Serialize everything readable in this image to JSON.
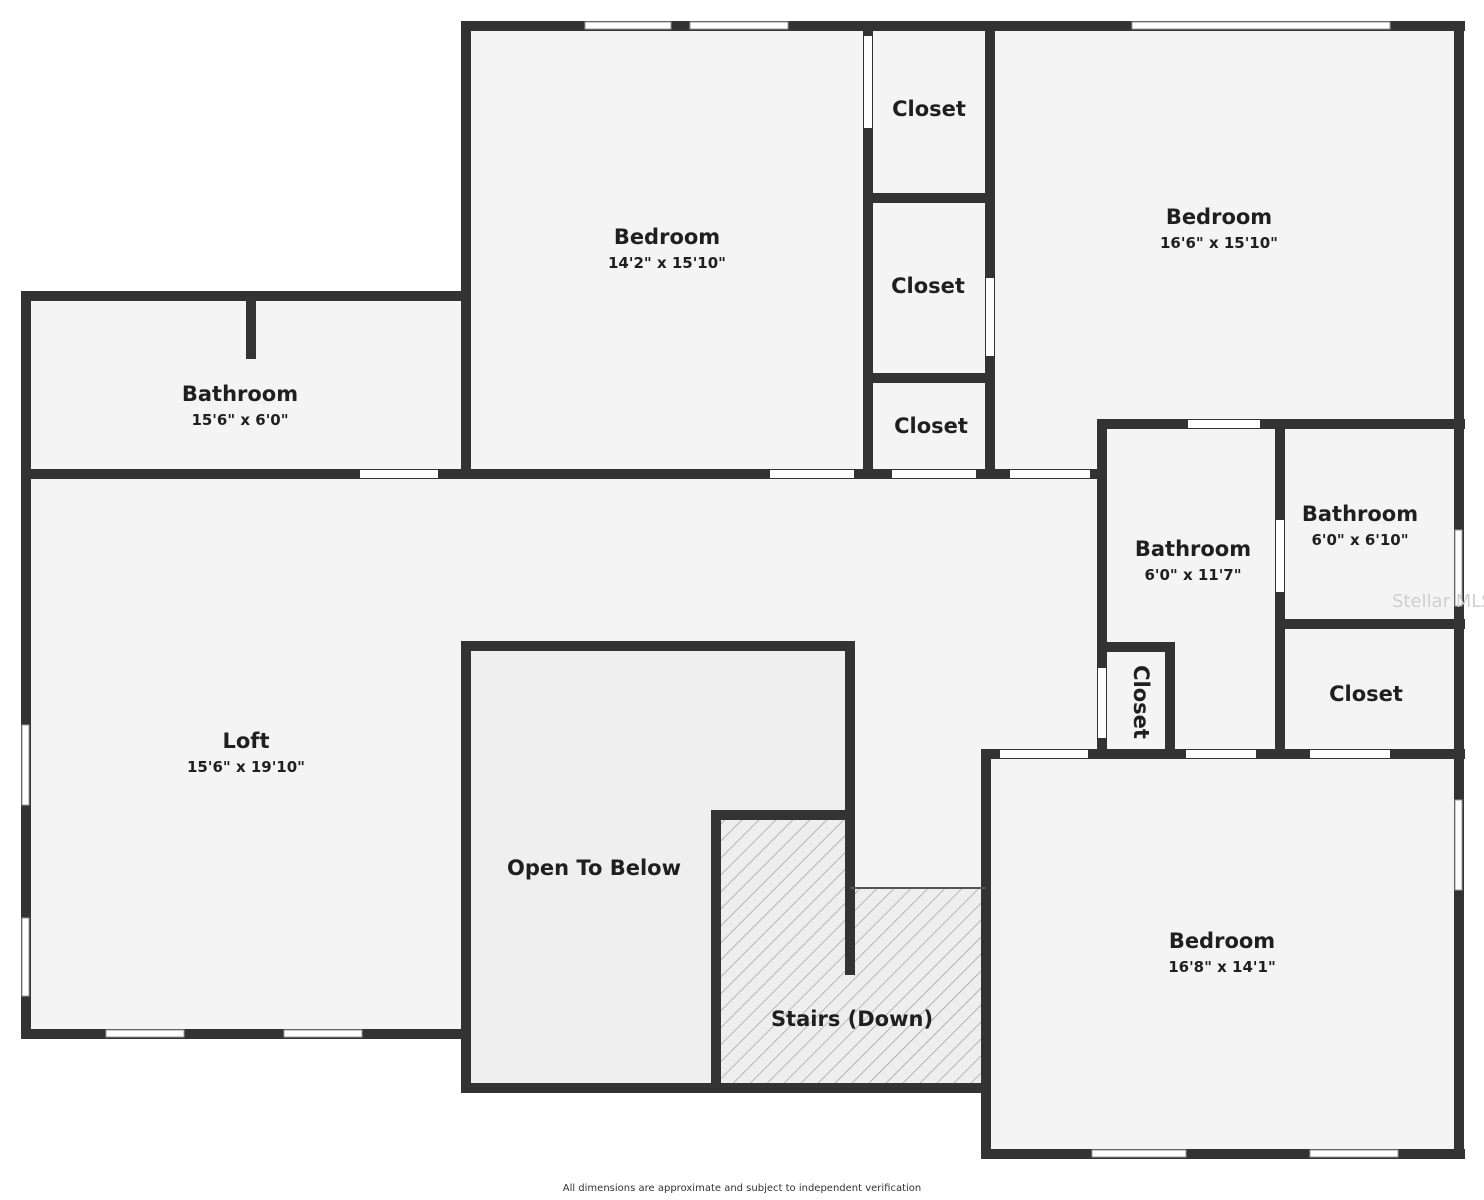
{
  "plan": {
    "rooms": [
      {
        "id": "bedroom-nw",
        "name": "Bedroom",
        "dims": "14'2\" x 15'10\""
      },
      {
        "id": "closet-1",
        "name": "Closet",
        "dims": ""
      },
      {
        "id": "closet-2",
        "name": "Closet",
        "dims": ""
      },
      {
        "id": "closet-3",
        "name": "Closet",
        "dims": ""
      },
      {
        "id": "bedroom-ne",
        "name": "Bedroom",
        "dims": "16'6\" x 15'10\""
      },
      {
        "id": "bathroom-w",
        "name": "Bathroom",
        "dims": "15'6\" x 6'0\""
      },
      {
        "id": "bathroom-mid",
        "name": "Bathroom",
        "dims": "6'0\" x 11'7\""
      },
      {
        "id": "bathroom-e",
        "name": "Bathroom",
        "dims": "6'0\" x 6'10\""
      },
      {
        "id": "closet-e",
        "name": "Closet",
        "dims": ""
      },
      {
        "id": "closet-small",
        "name": "Closet",
        "dims": ""
      },
      {
        "id": "loft",
        "name": "Loft",
        "dims": "15'6\" x 19'10\""
      },
      {
        "id": "open-to-below",
        "name": "Open To Below",
        "dims": ""
      },
      {
        "id": "stairs",
        "name": "Stairs (Down)",
        "dims": ""
      },
      {
        "id": "bedroom-se",
        "name": "Bedroom",
        "dims": "16'8\" x 14'1\""
      }
    ],
    "watermark": "Stellar MLS",
    "disclaimer": "All dimensions are approximate and subject to independent verification"
  }
}
